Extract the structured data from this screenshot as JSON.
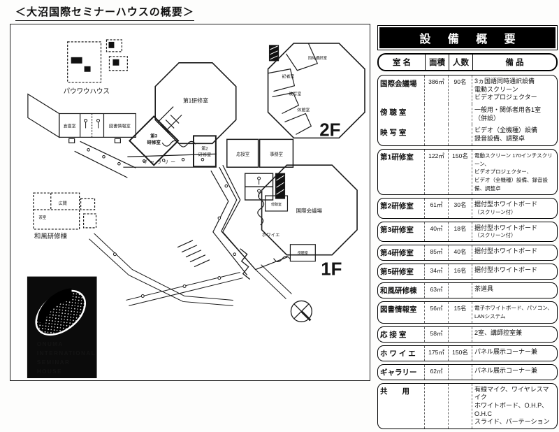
{
  "title": "＜大沼国際セミナーハウスの概要＞",
  "logo": {
    "line1": "ONUMA",
    "line2": "INTERNATIONAL",
    "line3": "SEMINAR",
    "line4": "HOUSE"
  },
  "plan": {
    "pow_wow_house": "パウワウハウス",
    "storage": "倉庫室",
    "library": "図書情報室",
    "gallery_corridor": "ギャラリー",
    "room1": "第1研修室",
    "room3_l1": "第3",
    "room3_l2": "研修室",
    "room2_l1": "第2",
    "room2_l2": "研修室",
    "reception": "応接室",
    "office": "事務室",
    "conference_hall": "国際会議場",
    "foyer": "ホワイエ",
    "auditor_room_a": "傍聴室",
    "auditor_room_b": "傍聴室",
    "f2_interpreters": "同時通訳室",
    "f2_press": "記者室",
    "f2_projection": "映写室",
    "f2_lounge": "休憩室",
    "floor_2f": "2F",
    "floor_1f": "1F",
    "wafu_building": "和風研修棟",
    "hiroma": "広間",
    "chashitsu": "茶室"
  },
  "table": {
    "header": "設 備 概 要",
    "columns": {
      "name": "室  名",
      "area": "面積",
      "capacity": "人数",
      "equipment": "備  品"
    },
    "group1": [
      {
        "name": "国際会議場",
        "area": "386㎡",
        "capacity": "90名",
        "equipment": "3ヵ国語同時通訳設備\n電動スクリーン\nビデオプロジェクター"
      },
      {
        "name": "傍 聴 室",
        "area": "",
        "capacity": "",
        "equipment": "一般用・関係者用各1室\n（併設）"
      },
      {
        "name": "映 写 室",
        "area": "",
        "capacity": "",
        "equipment": "ビデオ（全機種）設備\n録音設備、調整卓"
      }
    ],
    "rows": [
      {
        "name": "第1研修室",
        "area": "122㎡",
        "capacity": "150名",
        "equipment": "電動スクリーン 170インチスクリーン、\nビデオプロジェクター、\nビデオ（全機種）設備、録音設備、調整卓"
      },
      {
        "name": "第2研修室",
        "area": "61㎡",
        "capacity": "30名",
        "equipment": "据付型ホワイトボード",
        "note": "（スクリーン付）"
      },
      {
        "name": "第3研修室",
        "area": "40㎡",
        "capacity": "18名",
        "equipment": "据付型ホワイトボード",
        "note": "（スクリーン付）"
      },
      {
        "name": "第4研修室",
        "area": "85㎡",
        "capacity": "40名",
        "equipment": "据付型ホワイトボード"
      },
      {
        "name": "第5研修室",
        "area": "34㎡",
        "capacity": "16名",
        "equipment": "据付型ホワイトボード"
      },
      {
        "name": "和風研修棟",
        "area": "63㎡",
        "capacity": "",
        "equipment": "茶道具"
      },
      {
        "name": "図書情報室",
        "area": "56㎡",
        "capacity": "15名",
        "equipment": "電子ホワイトボード、パソコン、LANシステム"
      },
      {
        "name": "応 接 室",
        "area": "58㎡",
        "capacity": "",
        "equipment": "2室、講師控室兼"
      },
      {
        "name": "ホ ワ イ エ",
        "area": "175㎡",
        "capacity": "150名",
        "equipment": "パネル展示コーナー兼"
      },
      {
        "name": "ギャラリー",
        "area": "62㎡",
        "capacity": "",
        "equipment": "パネル展示コーナー兼"
      },
      {
        "name": "共　　用",
        "area": "",
        "capacity": "",
        "equipment": "有線マイク、ワイヤレスマイク\nホワイトボード、O.H.P、O.H.C\nスライド、パーテーション"
      }
    ]
  }
}
